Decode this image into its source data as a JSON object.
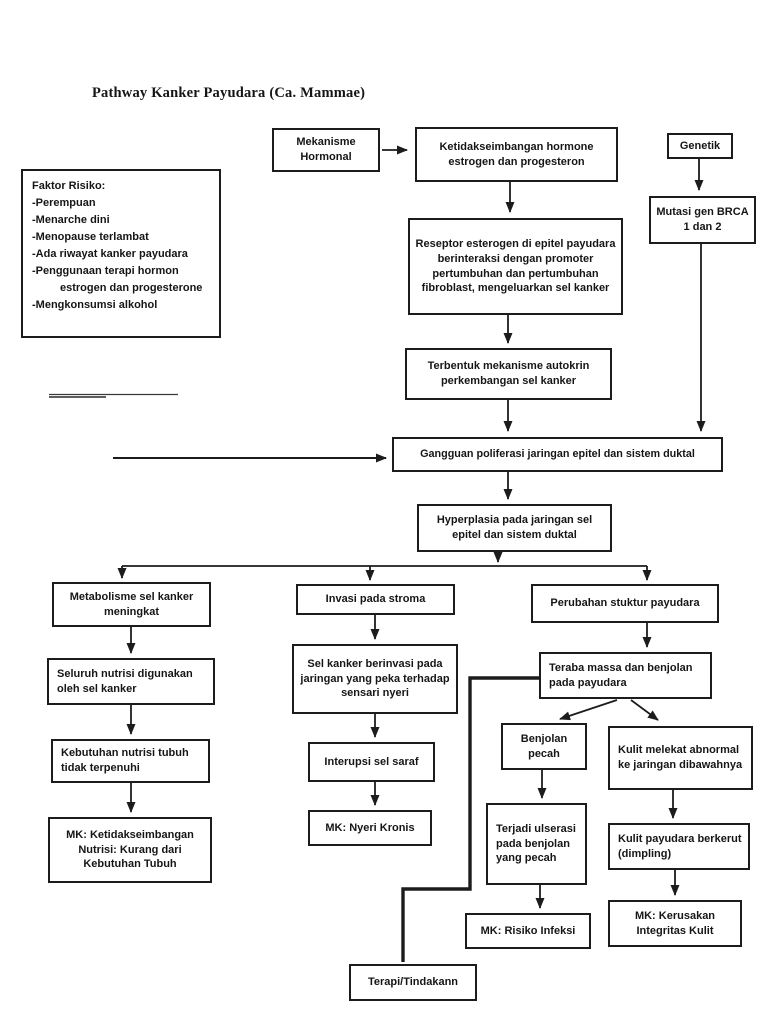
{
  "page": {
    "title": "Pathway Kanker Payudara (Ca. Mammae)"
  },
  "colors": {
    "ink": "#1b1b1b",
    "paper": "#ffffff"
  },
  "risk_factors": {
    "heading": "Faktor Risiko:",
    "items": [
      "-Perempuan",
      "-Menarche dini",
      "-Menopause terlambat",
      "-Ada riwayat kanker payudara",
      "-Penggunaan terapi hormon",
      "estrogen dan progesterone",
      "-Mengkonsumsi alkohol"
    ]
  },
  "nodes": {
    "mekanisme_hormonal": "Mekanisme Hormonal",
    "ketidakseimbangan_hormon": "Ketidakseimbangan hormone estrogen dan progesteron",
    "genetik": "Genetik",
    "mutasi_gen": "Mutasi gen BRCA 1 dan 2",
    "reseptor_estrogen": "Reseptor esterogen di epitel payudara berinteraksi dengan promoter pertumbuhan dan pertumbuhan fibroblast, mengeluarkan sel kanker",
    "terbentuk_autokrin": "Terbentuk mekanisme autokrin perkembangan sel kanker",
    "gangguan_poliferasi": "Gangguan poliferasi jaringan epitel dan sistem duktal",
    "hyperplasia": "Hyperplasia pada jaringan sel epitel dan sistem duktal",
    "metabolisme_meningkat": "Metabolisme sel kanker meningkat",
    "invasi_stroma": "Invasi pada stroma",
    "perubahan_struktur": "Perubahan stuktur payudara",
    "seluruh_nutrisi": "Seluruh nutrisi digunakan oleh sel kanker",
    "sel_kanker_berinvasi": "Sel kanker berinvasi pada jaringan yang peka terhadap sensari nyeri",
    "teraba_massa": "Teraba massa dan benjolan pada payudara",
    "kebutuhan_nutrisi": "Kebutuhan nutrisi tubuh tidak terpenuhi",
    "interupsi_saraf": "Interupsi sel saraf",
    "mk_nutrisi": "MK: Ketidakseimbangan Nutrisi: Kurang dari Kebutuhan Tubuh",
    "mk_nyeri": "MK: Nyeri Kronis",
    "benjolan_pecah": "Benjolan pecah",
    "kulit_melekat": "Kulit melekat abnormal ke jaringan dibawahnya",
    "terjadi_ulserasi": "Terjadi ulserasi pada benjolan yang pecah",
    "kulit_payudara": "Kulit payudara berkerut (dimpling)",
    "mk_infeksi": "MK: Risiko Infeksi",
    "mk_kerusakan": "MK: Kerusakan Integritas Kulit",
    "terapi": "Terapi/Tindakann"
  }
}
